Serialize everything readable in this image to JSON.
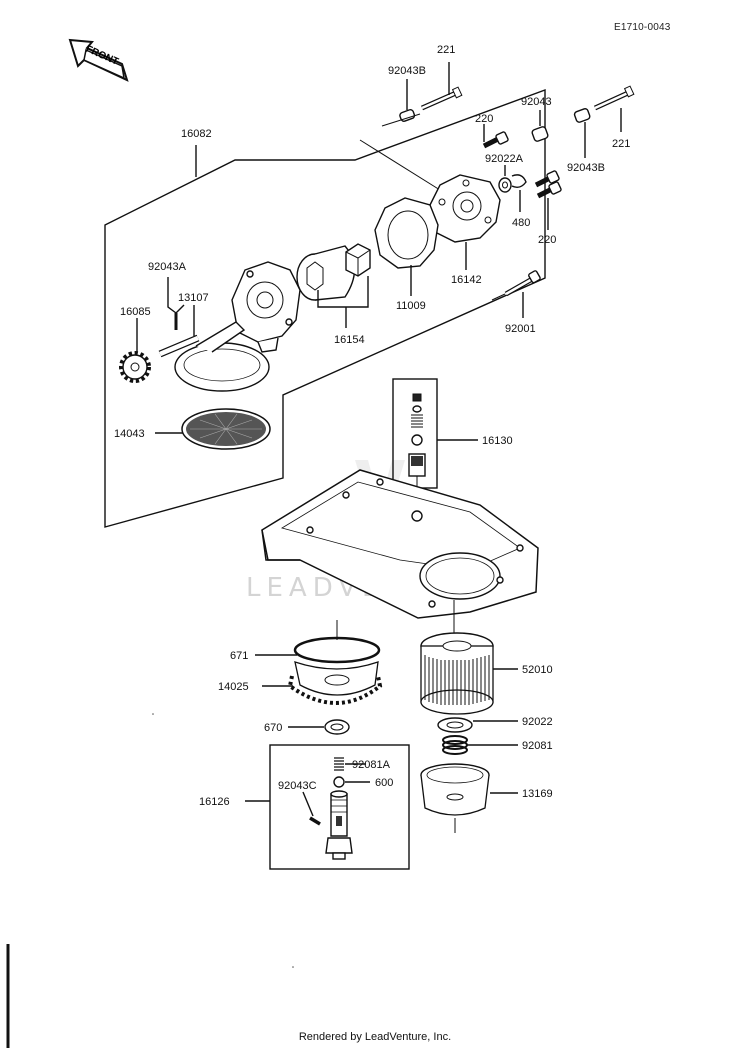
{
  "reference_code": "E1710-0043",
  "front_badge": "FRONT",
  "watermark": "LEADVENTURE",
  "footer": "Rendered by LeadVenture, Inc.",
  "parts": {
    "p221_top": "221",
    "p92043B_top": "92043B",
    "p92043_right": "92043",
    "p221_right": "221",
    "p92043B_right": "92043B",
    "p220_top": "220",
    "p92022A": "92022A",
    "p480": "480",
    "p220_bottom": "220",
    "p16082": "16082",
    "p92043A": "92043A",
    "p13107": "13107",
    "p16085": "16085",
    "p16154": "16154",
    "p11009": "11009",
    "p16142": "16142",
    "p92001": "92001",
    "p14043": "14043",
    "p16130": "16130",
    "p671": "671",
    "p14025": "14025",
    "p52010": "52010",
    "p670": "670",
    "p92022": "92022",
    "p92081": "92081",
    "p92081A": "92081A",
    "p92043C": "92043C",
    "p600": "600",
    "p16126": "16126",
    "p13169": "13169"
  }
}
